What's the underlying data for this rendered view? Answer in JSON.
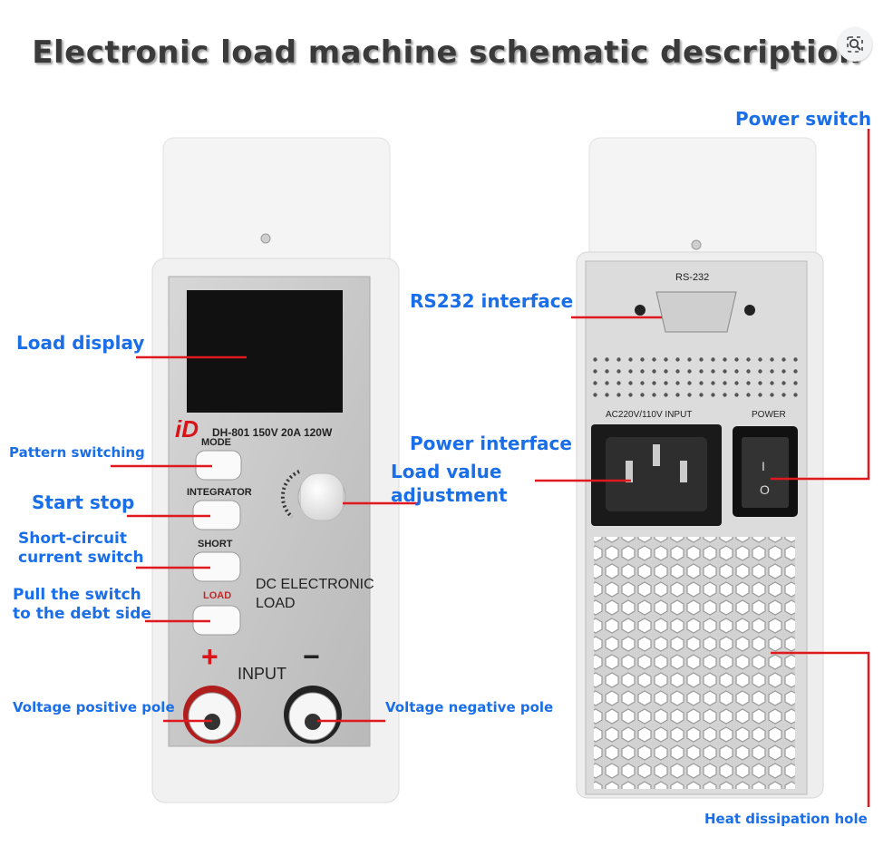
{
  "title": "Electronic load machine schematic description",
  "colors": {
    "label_blue": "#1a6ee8",
    "leader_red": "#e0191f",
    "panel_gray": "#c9c9c9",
    "body_white": "#f3f3f3"
  },
  "icons": {
    "image_search": "image-search-lens-icon"
  },
  "front_labels": {
    "load_display": "Load display",
    "pattern_switching": "Pattern switching",
    "start_stop": "Start stop",
    "short_circuit_line1": "Short-circuit",
    "short_circuit_line2": "current switch",
    "pull_switch_line1": "Pull the switch",
    "pull_switch_line2": "to the debt side",
    "voltage_positive": "Voltage positive pole",
    "voltage_negative": "Voltage negative pole",
    "load_value_line1": "Load value",
    "load_value_line2": "adjustment"
  },
  "back_labels": {
    "power_switch": "Power switch",
    "rs232_interface": "RS232 interface",
    "power_interface": "Power interface",
    "heat_dissipation": "Heat dissipation hole"
  },
  "front_panel": {
    "model": "DH-801 150V 20A 120W",
    "mode": "MODE",
    "integrator": "INTEGRATOR",
    "short": "SHORT",
    "load": "LOAD",
    "dc_line1": "DC ELECTRONIC",
    "dc_line2": "LOAD",
    "input": "INPUT",
    "plus": "+",
    "minus": "−",
    "logo": "iD"
  },
  "back_panel": {
    "rs232": "RS-232",
    "ac_input": "AC220V/110V  INPUT",
    "power": "POWER",
    "switch_on": "I",
    "switch_off": "O"
  }
}
